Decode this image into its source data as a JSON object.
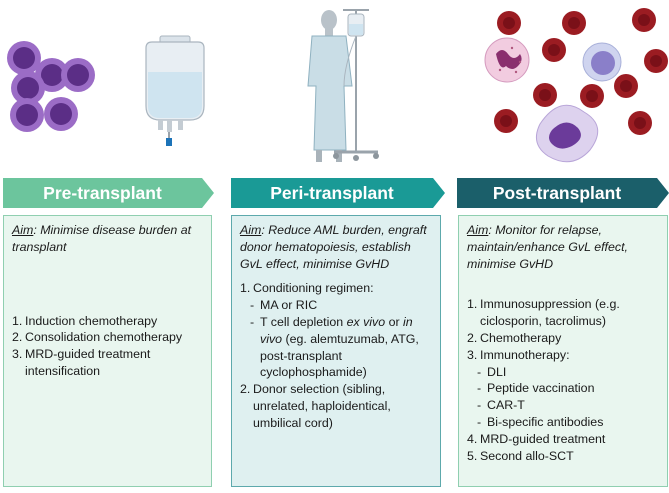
{
  "colors": {
    "pre": "#6cc59d",
    "peri": "#1a9a96",
    "post": "#1b5f6a",
    "box_pre_bg": "#e9f6ef",
    "box_peri_bg": "#dff0f0"
  },
  "illustrations": {
    "pre": [
      "leukemic-blast-cells-icon",
      "iv-bag-icon"
    ],
    "peri": [
      "patient-with-iv-drip-icon"
    ],
    "post": [
      "red-blood-cell-icon",
      "neutrophil-icon",
      "lymphocyte-icon",
      "monocyte-icon"
    ]
  },
  "phases": [
    {
      "title": "Pre-transplant",
      "aim_label": "Aim",
      "aim_text": ": Minimise disease burden at transplant",
      "steps": [
        {
          "num": "1.",
          "text": "Induction chemotherapy"
        },
        {
          "num": "2.",
          "text": "Consolidation chemotherapy"
        },
        {
          "num": "3.",
          "text": "MRD-guided treatment intensification"
        }
      ]
    },
    {
      "title": "Peri-transplant",
      "aim_label": "Aim",
      "aim_text": ": Reduce AML burden, engraft donor hematopoiesis, establish GvL effect, minimise GvHD",
      "steps": [
        {
          "num": "1.",
          "text": "Conditioning regimen:",
          "sub": [
            {
              "text": "MA or RIC"
            },
            {
              "t1": "T cell depletion ",
              "i1": "ex vivo",
              "t2": " or ",
              "i2": "in vivo",
              "t3": " (eg. alemtuzumab, ATG, post-transplant cyclophosphamide)"
            }
          ]
        },
        {
          "num": "2.",
          "text": "Donor selection (sibling, unrelated, haploidentical, umbilical cord)"
        }
      ]
    },
    {
      "title": "Post-transplant",
      "aim_label": "Aim",
      "aim_text": ": Monitor for relapse, maintain/enhance GvL effect, minimise GvHD",
      "steps": [
        {
          "num": "1.",
          "text": "Immunosuppression (e.g. ciclosporin, tacrolimus)"
        },
        {
          "num": "2.",
          "text": "Chemotherapy"
        },
        {
          "num": "3.",
          "text": "Immunotherapy:",
          "sub": [
            {
              "text": "DLI"
            },
            {
              "text": "Peptide vaccination"
            },
            {
              "text": "CAR-T"
            },
            {
              "text": "Bi-specific antibodies"
            }
          ]
        },
        {
          "num": "4.",
          "text": "MRD-guided treatment"
        },
        {
          "num": "5.",
          "text": "Second allo-SCT"
        }
      ]
    }
  ]
}
